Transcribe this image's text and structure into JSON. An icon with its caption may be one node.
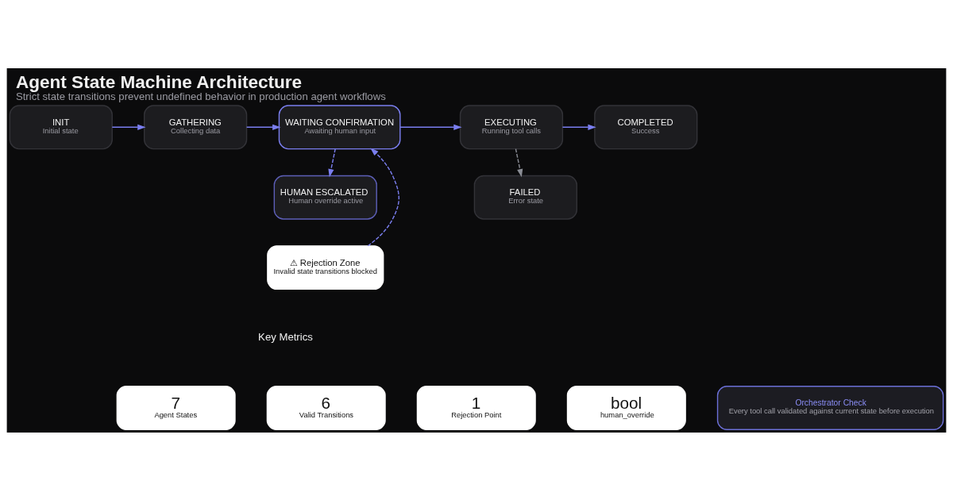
{
  "diagram": {
    "title": "Agent State Machine Architecture",
    "caption": "Strict state transitions prevent undefined behavior in production agent workflows",
    "nodes": [
      {
        "text": [
          "INIT",
          "Initial state"
        ]
      },
      {
        "text": [
          "GATHERING",
          "Collecting data"
        ]
      },
      {
        "text": [
          "WAITING CONFIRMATION",
          "Awaiting human input"
        ]
      },
      {
        "text": [
          "EXECUTING",
          "Running tool calls"
        ]
      },
      {
        "text": [
          "COMPLETED",
          "Success"
        ]
      },
      {
        "text": [
          "HUMAN ESCALATED",
          "Human override active"
        ]
      },
      {
        "text": [
          "FAILED",
          "Error state"
        ]
      },
      {
        "text": [
          "⚠ Rejection Zone",
          "Invalid state transitions blocked"
        ]
      },
      {
        "text": [
          "7",
          "Agent States"
        ]
      },
      {
        "text": [
          "6",
          "Valid Transitions"
        ]
      },
      {
        "text": [
          "1",
          "Rejection Point"
        ]
      },
      {
        "text": [
          "bool",
          "human_override"
        ]
      },
      {
        "text": [
          "Orchestrator Check",
          "Every tool call validated against current state before execution"
        ]
      }
    ],
    "edges": [
      {
        "from": 0,
        "to": 1,
        "arrow": "to"
      },
      {
        "from": 1,
        "to": 2,
        "arrow": "to"
      },
      {
        "from": 2,
        "to": 3,
        "arrow": "to"
      },
      {
        "from": 3,
        "to": 4,
        "arrow": "to"
      },
      {
        "from": 2,
        "to": 5,
        "arrow": "to",
        "style": "dashed"
      },
      {
        "from": 3,
        "to": 6,
        "arrow": "to",
        "style": "dashed",
        "color": "#8a8d95"
      },
      {
        "from": 7,
        "to": 2,
        "arrow": "to",
        "style": "dashed"
      }
    ],
    "labels": [
      "Key Metrics"
    ]
  }
}
